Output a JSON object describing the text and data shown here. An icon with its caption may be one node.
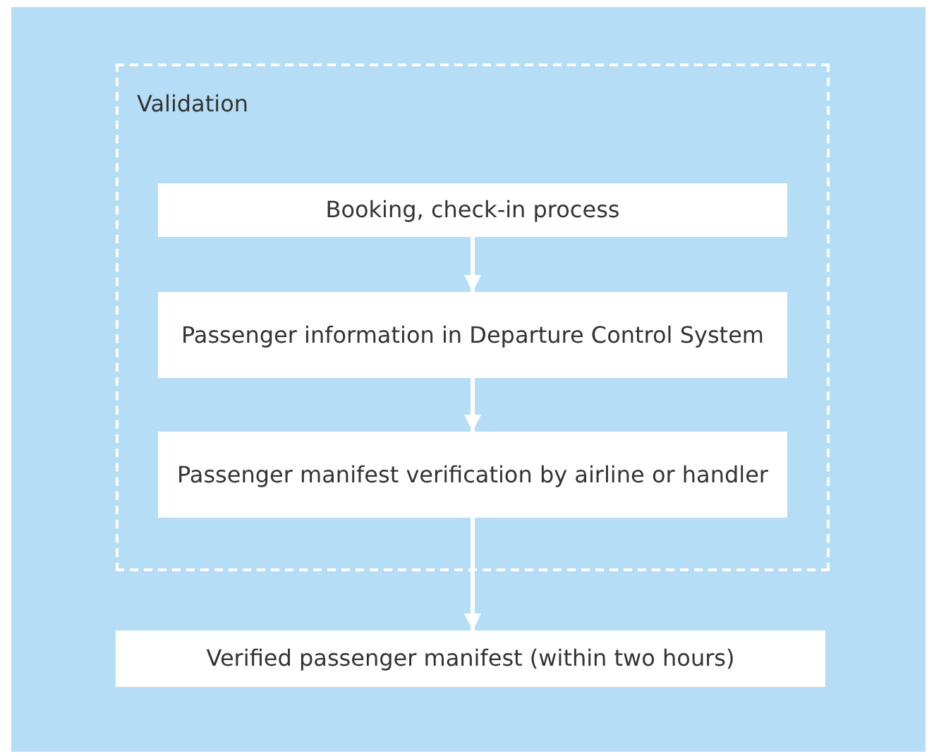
{
  "diagram": {
    "nodes": [
      {
        "text": [
          "Validation"
        ]
      },
      {
        "text": [
          "Booking, check-in process"
        ],
        "in": 0
      },
      {
        "text": [
          "Passenger information in Departure Control System"
        ],
        "in": 0
      },
      {
        "text": [
          "Passenger manifest verification by airline or handler"
        ],
        "in": 0
      },
      {
        "text": [
          "Verified passenger manifest (within two hours)"
        ]
      }
    ],
    "edges": [
      {
        "from": 1,
        "to": 2,
        "arrow": "to"
      },
      {
        "from": 2,
        "to": 3,
        "arrow": "to"
      },
      {
        "from": 3,
        "to": 4,
        "arrow": "to"
      }
    ]
  }
}
